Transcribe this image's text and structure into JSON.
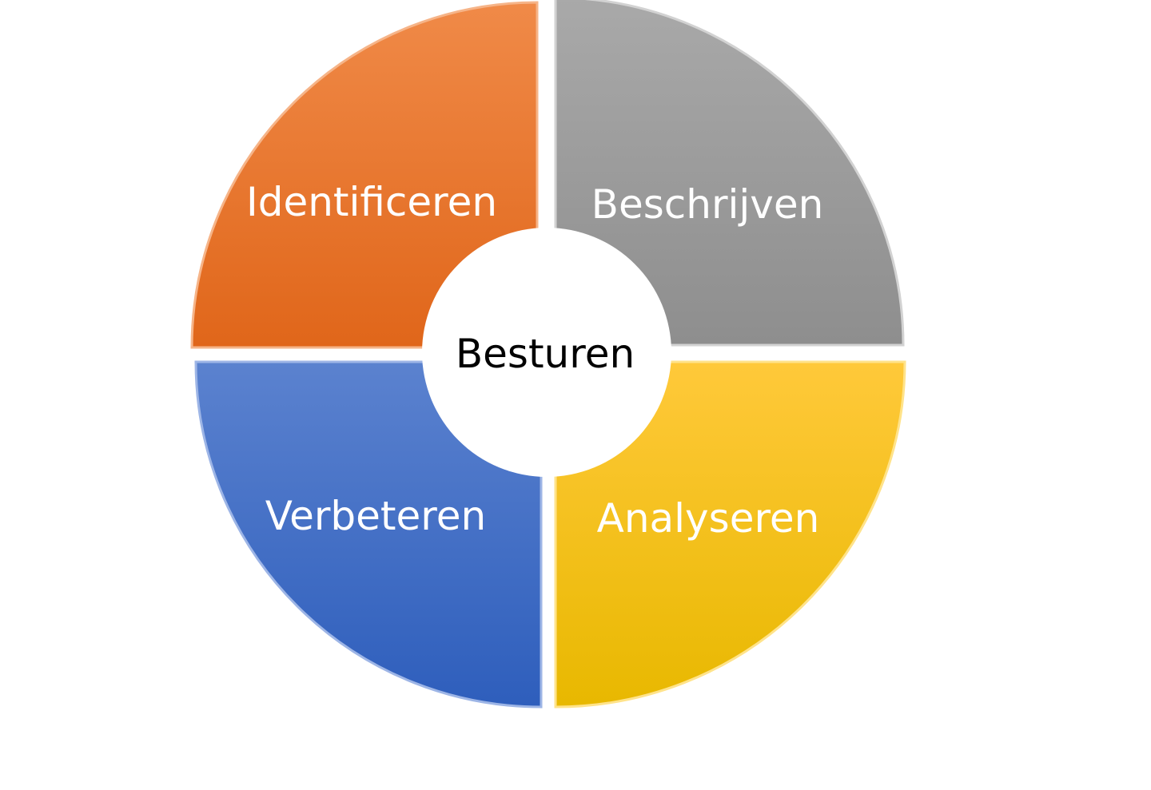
{
  "diagram": {
    "center": {
      "label": "Besturen",
      "color": "#000000"
    },
    "quadrants": [
      {
        "id": "top-left",
        "label": "Identificeren",
        "color_light": "#F08A48",
        "color_dark": "#E0661A"
      },
      {
        "id": "top-right",
        "label": "Beschrijven",
        "color_light": "#A9A9A9",
        "color_dark": "#8E8E8E"
      },
      {
        "id": "bottom-left",
        "label": "Verbeteren",
        "color_light": "#5B82CF",
        "color_dark": "#2E5EBC"
      },
      {
        "id": "bottom-right",
        "label": "Analyseren",
        "color_light": "#FFC93A",
        "color_dark": "#E8B800"
      }
    ]
  }
}
